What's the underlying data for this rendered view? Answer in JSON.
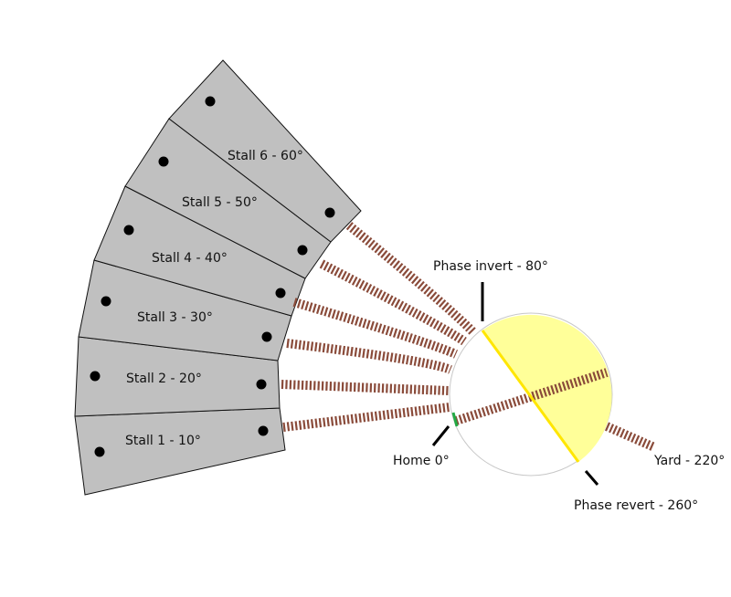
{
  "stalls": [
    {
      "label": "Stall 1 - 10°"
    },
    {
      "label": "Stall 2 - 20°"
    },
    {
      "label": "Stall 3 - 30°"
    },
    {
      "label": "Stall 4 - 40°"
    },
    {
      "label": "Stall 5 - 50°"
    },
    {
      "label": "Stall 6 - 60°"
    }
  ],
  "labels": {
    "phase_invert": "Phase invert - 80°",
    "home": "Home 0°",
    "yard": "Yard - 220°",
    "phase_revert": "Phase revert - 260°"
  },
  "colors": {
    "stall_fill": "#c0c0c0",
    "track": "#8a4b3a",
    "phase_region": "#ffff99",
    "phase_line": "#ffe600",
    "home_marker": "#22aa44"
  }
}
